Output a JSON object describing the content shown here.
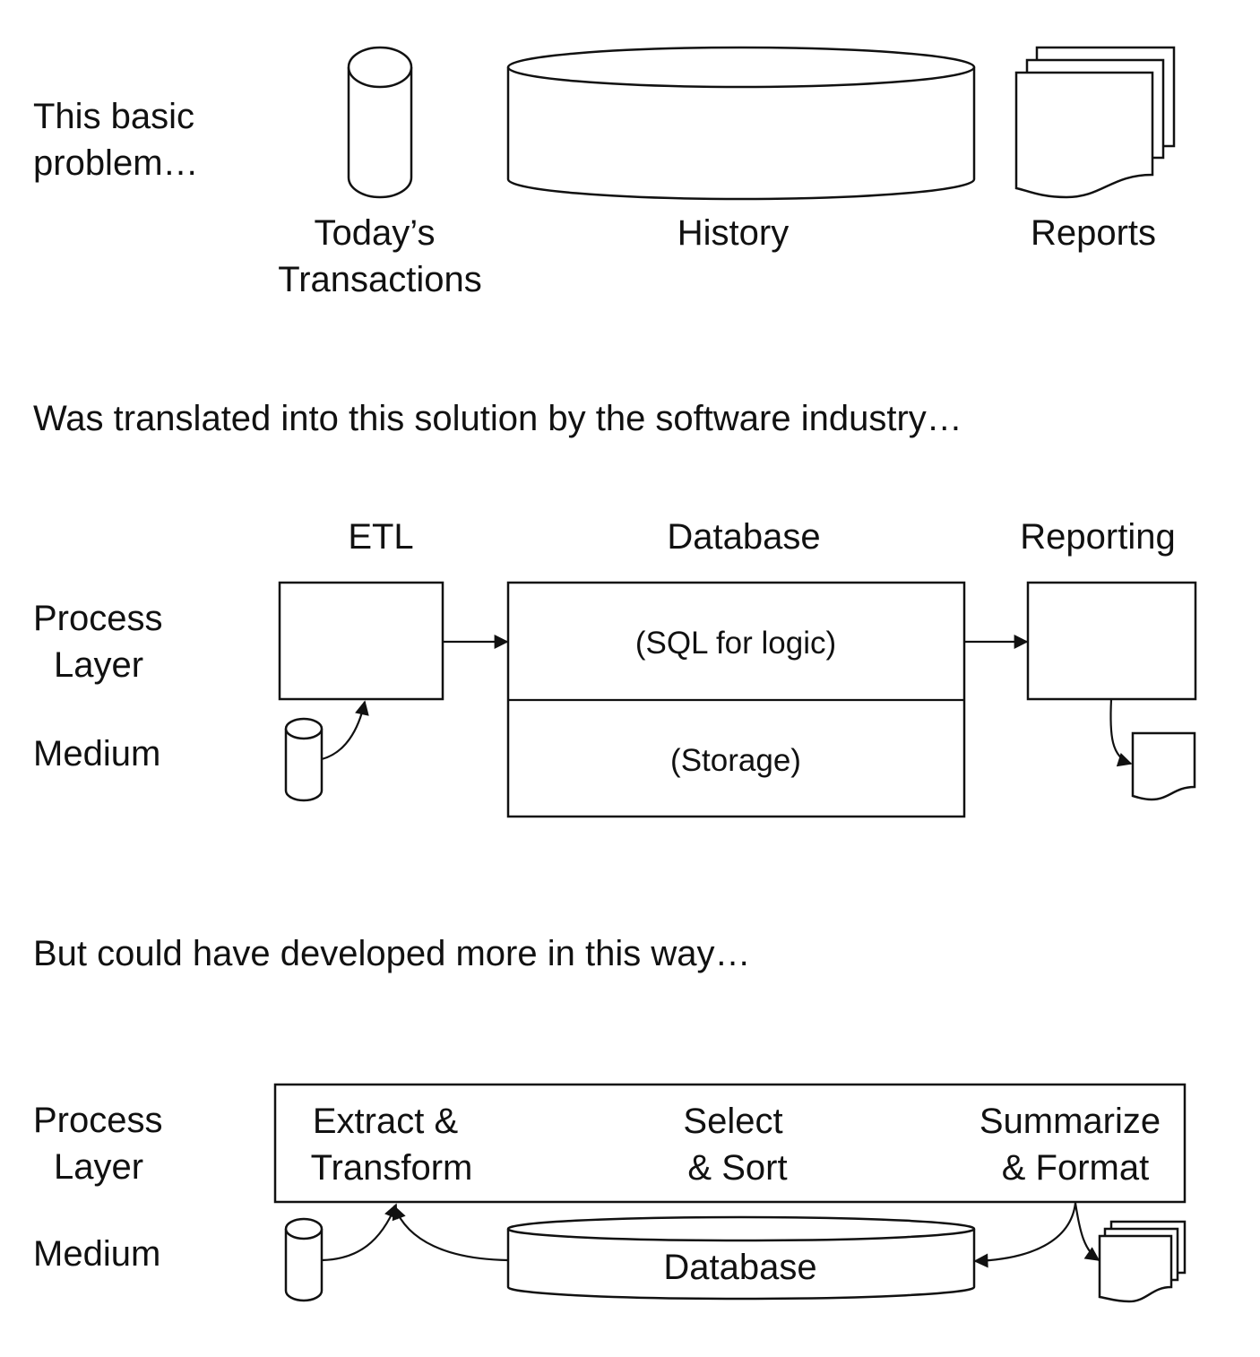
{
  "section1": {
    "caption": [
      "This basic",
      "problem…"
    ],
    "transactions_label": [
      "Today’s",
      "Transactions"
    ],
    "history_label": "History",
    "reports_label": "Reports"
  },
  "section2": {
    "caption": "Was translated into this solution by the software industry…",
    "etl_label": "ETL",
    "database_label": "Database",
    "reporting_label": "Reporting",
    "process_layer_label": [
      "Process",
      "Layer"
    ],
    "medium_label": "Medium",
    "sql_label": "(SQL for logic)",
    "storage_label": "(Storage)"
  },
  "section3": {
    "caption": "But could have developed more in this way…",
    "process_layer_label": [
      "Process",
      "Layer"
    ],
    "medium_label": "Medium",
    "extract_label": [
      "Extract &",
      "Transform"
    ],
    "select_label": [
      "Select",
      "& Sort"
    ],
    "summarize_label": [
      "Summarize",
      "& Format"
    ],
    "database_label": "Database"
  }
}
